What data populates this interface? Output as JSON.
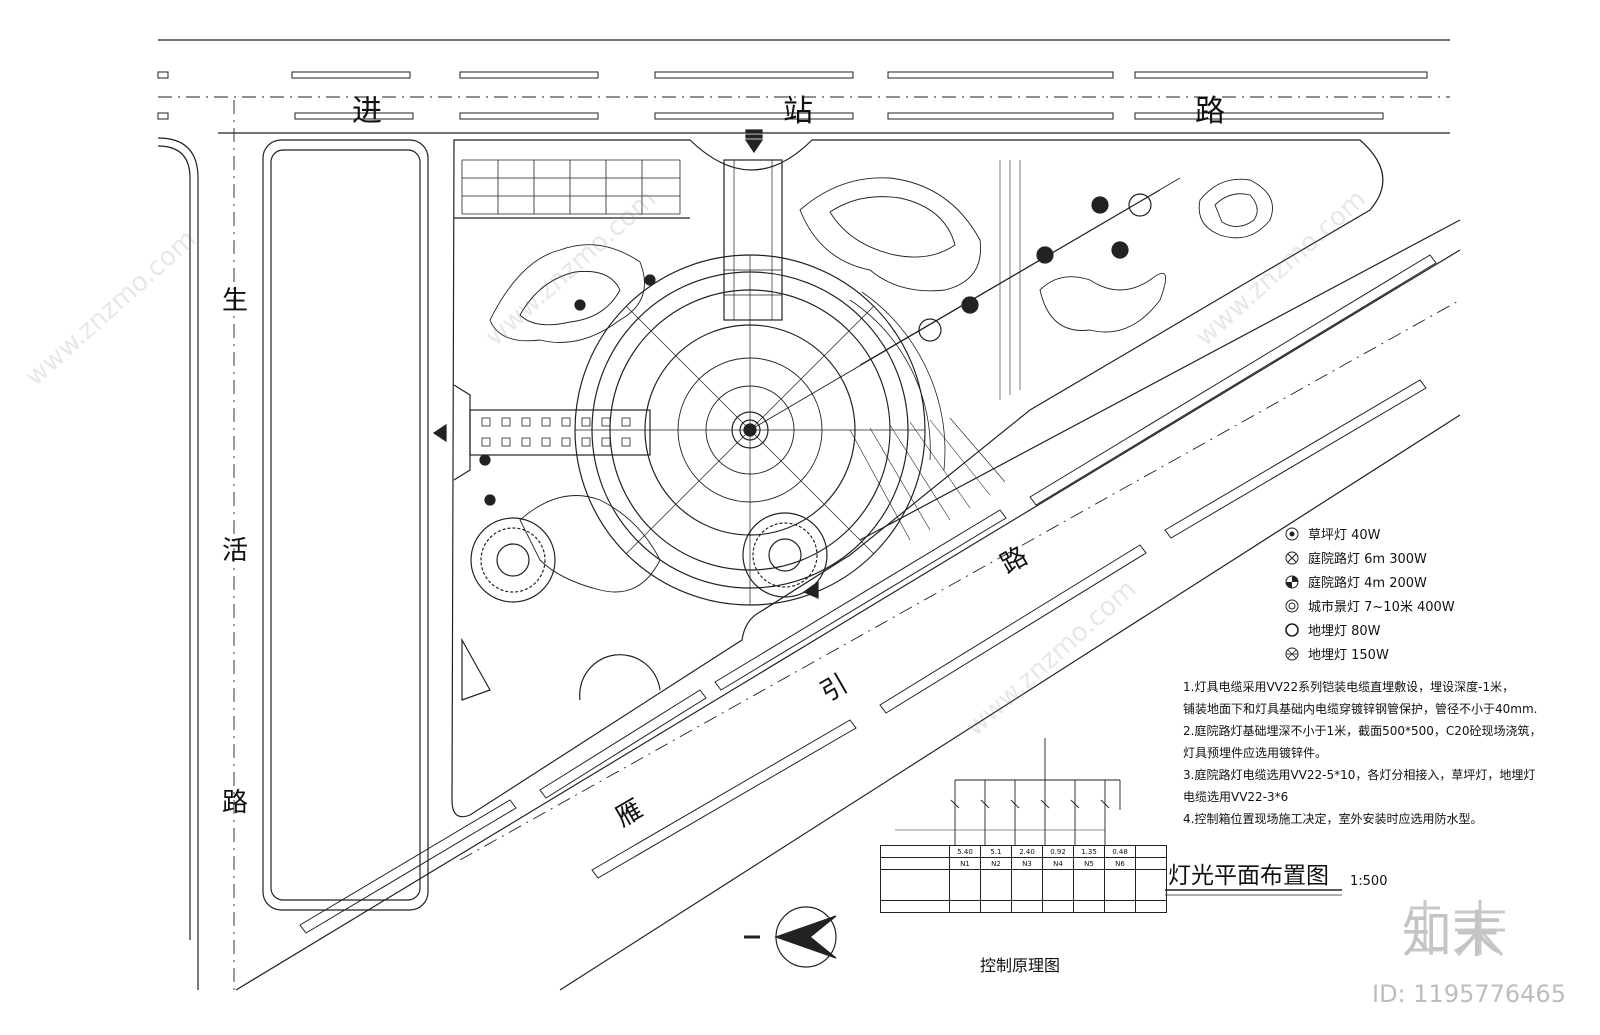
{
  "roads": {
    "top": [
      "进",
      "站",
      "路"
    ],
    "left": [
      "生",
      "活",
      "路"
    ],
    "diagonal_one": "路",
    "diagonal_two": [
      "引",
      "雁"
    ]
  },
  "legend": [
    {
      "icon": "lawn-light-icon",
      "label": "草坪灯 40W"
    },
    {
      "icon": "garden-light-6m-icon",
      "label": "庭院路灯 6m 300W"
    },
    {
      "icon": "garden-light-4m-icon",
      "label": "庭院路灯 4m 200W"
    },
    {
      "icon": "city-landscape-light-icon",
      "label": "城市景灯 7~10米 400W"
    },
    {
      "icon": "ground-light-80-icon",
      "label": "地埋灯 80W"
    },
    {
      "icon": "ground-light-150-icon",
      "label": "地埋灯 150W"
    }
  ],
  "notes": [
    "1.灯具电缆采用VV22系列铠装电缆直埋敷设，埋设深度-1米，",
    "铺装地面下和灯具基础内电缆穿镀锌钢管保护，管径不小于40mm.",
    "2.庭院路灯基础埋深不小于1米，截面500*500，C20砼现场浇筑，",
    "灯具预埋件应选用镀锌件。",
    "3.庭院路灯电缆选用VV22-5*10，各灯分相接入，草坪灯，地埋灯",
    "电缆选用VV22-3*6",
    "4.控制箱位置现场施工决定，室外安装时应选用防水型。"
  ],
  "title": {
    "main": "灯光平面布置图",
    "scale": "1:500"
  },
  "control": {
    "caption": "控制原理图",
    "power_row": [
      "5.40",
      "5.1",
      "2.40",
      "0.92",
      "1.35",
      "0.48"
    ],
    "circuit_row": [
      "N1",
      "N2",
      "N3",
      "N4",
      "N5",
      "N6"
    ]
  },
  "watermark": {
    "brand": "知末",
    "id": "ID: 1195776465",
    "site": "www.znzmo.com"
  }
}
